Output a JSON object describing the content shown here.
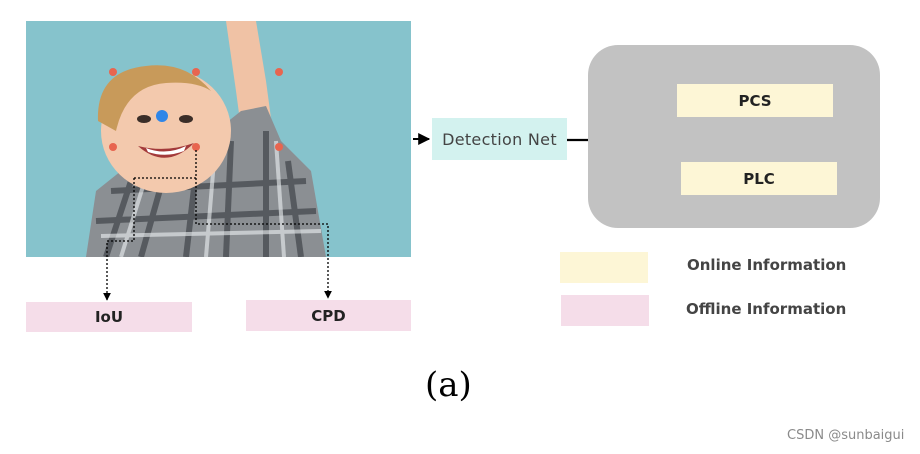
{
  "labels": {
    "iou": "IoU",
    "cpd": "CPD",
    "detection_net": "Detection Net",
    "pcs": "PCS",
    "plc": "PLC"
  },
  "legend": {
    "online": "Online Information",
    "offline": "Offline Information"
  },
  "caption": "(a)",
  "watermark": "CSDN @sunbaigui",
  "colors": {
    "offline_box": "#f5dde9",
    "online_box": "#fdf6d6",
    "detection_box": "#d3f2ef",
    "panel": "#c2c2c2",
    "keypoint_red": "#e8654f",
    "keypoint_blue": "#2f86e8"
  }
}
